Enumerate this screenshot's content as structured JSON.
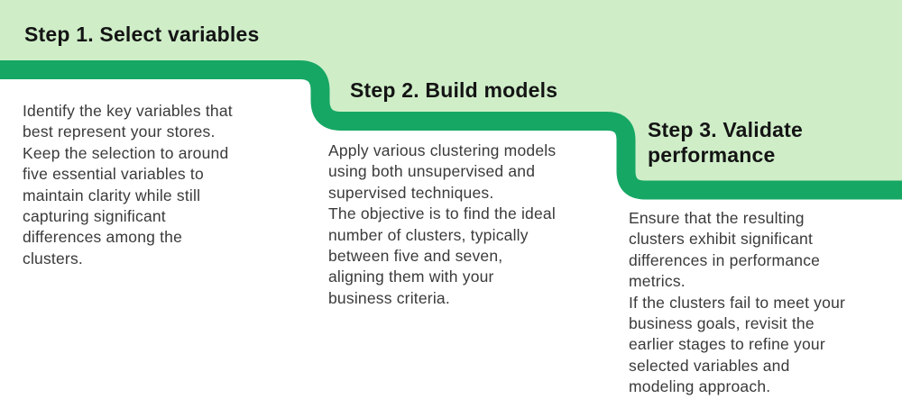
{
  "colors": {
    "band": "#cfeec8",
    "ribbon": "#16a764",
    "title": "#141414",
    "body": "#3a3a3a",
    "page_bg": "#ffffff"
  },
  "steps": [
    {
      "title": "Step 1. Select variables",
      "body": "Identify the key variables that\nbest represent your stores.\nKeep the selection to around\nfive essential variables to\nmaintain clarity while still\ncapturing significant\ndifferences among the\nclusters."
    },
    {
      "title": "Step 2. Build models",
      "body": "Apply various clustering models\nusing both unsupervised and\nsupervised techniques.\nThe objective is to find the ideal\nnumber of clusters, typically\nbetween five and seven,\naligning them with your\nbusiness criteria."
    },
    {
      "title": "Step 3. Validate\nperformance",
      "body": "Ensure that the resulting\nclusters exhibit significant\ndifferences in performance\nmetrics.\nIf the clusters fail to meet your\nbusiness goals, revisit the\nearlier stages to refine your\nselected variables and\nmodeling approach."
    }
  ]
}
